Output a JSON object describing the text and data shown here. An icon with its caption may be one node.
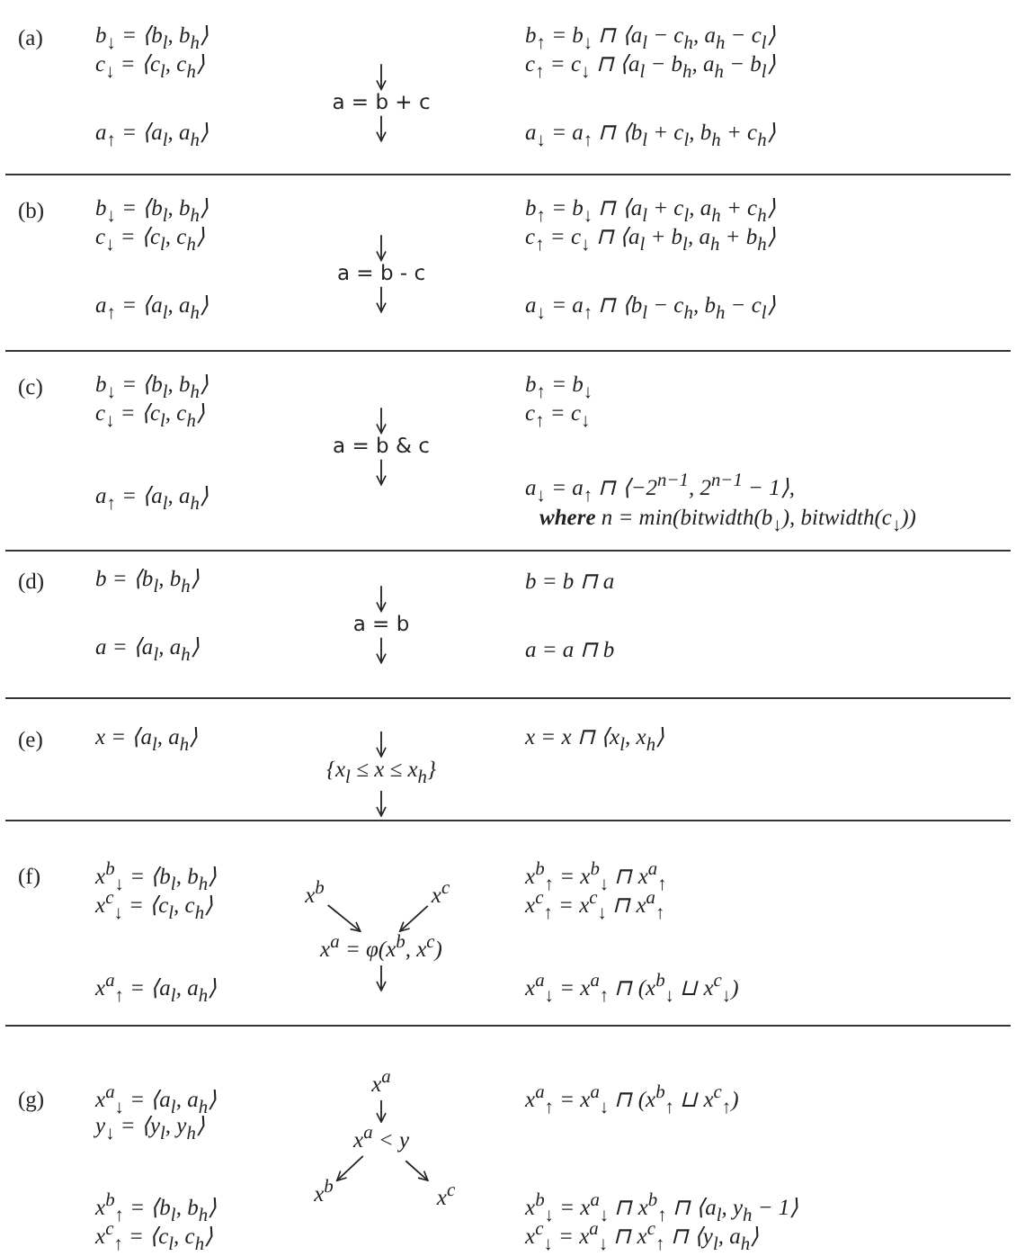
{
  "diagram": {
    "nodes": [
      {
        "text": [
          "a = b + c"
        ]
      },
      {
        "text": [
          "a = b - c"
        ]
      },
      {
        "text": [
          "a = b & c"
        ]
      },
      {
        "text": [
          "a = b"
        ]
      },
      {
        "text": [
          "{x$_{l}$ ≤ x ≤ x$_{h}$}"
        ]
      },
      {
        "text": [
          "x$^{b}$"
        ]
      },
      {
        "text": [
          "x$^{c}$"
        ]
      },
      {
        "text": [
          "x$^{a}$ = φ(x$^{b}$, x$^{c}$)"
        ]
      },
      {
        "text": [
          "x$^{a}$"
        ]
      },
      {
        "text": [
          "x$^{a}$ < y"
        ]
      },
      {
        "text": [
          "x$^{b}$"
        ]
      },
      {
        "text": [
          "x$^{c}$"
        ]
      }
    ],
    "edges": [
      {
        "from": null,
        "to": 0,
        "arrow": "to"
      },
      {
        "from": 0,
        "to": null,
        "arrow": "to"
      },
      {
        "from": null,
        "to": 1,
        "arrow": "to"
      },
      {
        "from": 1,
        "to": null,
        "arrow": "to"
      },
      {
        "from": null,
        "to": 2,
        "arrow": "to"
      },
      {
        "from": 2,
        "to": null,
        "arrow": "to"
      },
      {
        "from": null,
        "to": 3,
        "arrow": "to"
      },
      {
        "from": 3,
        "to": null,
        "arrow": "to"
      },
      {
        "from": null,
        "to": 4,
        "arrow": "to"
      },
      {
        "from": 4,
        "to": null,
        "arrow": "to"
      },
      {
        "from": 5,
        "to": 7,
        "arrow": "to"
      },
      {
        "from": 6,
        "to": 7,
        "arrow": "to"
      },
      {
        "from": 7,
        "to": null,
        "arrow": "to"
      },
      {
        "from": 8,
        "to": 9,
        "arrow": "to"
      },
      {
        "from": 9,
        "to": 10,
        "arrow": "to"
      },
      {
        "from": 9,
        "to": 11,
        "arrow": "to"
      }
    ],
    "labels": [
      "(a)",
      "b$_{↓}$ = ⟨b$_{l}$, b$_{h}$⟩",
      "b$_{↑}$ = b$_{↓}$ ⊓ ⟨a$_{l}$ − c$_{h}$, a$_{h}$ − c$_{l}$⟩",
      "c$_{↓}$ = ⟨c$_{l}$, c$_{h}$⟩",
      "c$_{↑}$ = c$_{↓}$ ⊓ ⟨a$_{l}$ − b$_{h}$, a$_{h}$ − b$_{l}$⟩",
      "a$_{↑}$ = ⟨a$_{l}$, a$_{h}$⟩",
      "a$_{↓}$ = a$_{↑}$ ⊓ ⟨b$_{l}$ + c$_{l}$, b$_{h}$ + c$_{h}$⟩",
      "(b)",
      "b$_{↓}$ = ⟨b$_{l}$, b$_{h}$⟩",
      "b$_{↑}$ = b$_{↓}$ ⊓ ⟨a$_{l}$ + c$_{l}$, a$_{h}$ + c$_{h}$⟩",
      "c$_{↓}$ = ⟨c$_{l}$, c$_{h}$⟩",
      "c$_{↑}$ = c$_{↓}$ ⊓ ⟨a$_{l}$ + b$_{l}$, a$_{h}$ + b$_{h}$⟩",
      "a$_{↑}$ = ⟨a$_{l}$, a$_{h}$⟩",
      "a$_{↓}$ = a$_{↑}$ ⊓ ⟨b$_{l}$ − c$_{h}$, b$_{h}$ − c$_{l}$⟩",
      "(c)",
      "b$_{↓}$ = ⟨b$_{l}$, b$_{h}$⟩",
      "b$_{↑}$ = b$_{↓}$",
      "c$_{↓}$ = ⟨c$_{l}$, c$_{h}$⟩",
      "c$_{↑}$ = c$_{↓}$",
      "a$_{↑}$ = ⟨a$_{l}$, a$_{h}$⟩",
      "a$_{↓}$ = a$_{↑}$ ⊓ ⟨−2$^{n−1}$, 2$^{n−1}$ − 1⟩,",
      "**where** n = min(bitwidth(b$_{↓}$), bitwidth(c$_{↓}$))",
      "(d)",
      "b = ⟨b$_{l}$, b$_{h}$⟩",
      "b = b ⊓ a",
      "a = ⟨a$_{l}$, a$_{h}$⟩",
      "a = a ⊓ b",
      "(e)",
      "x = ⟨a$_{l}$, a$_{h}$⟩",
      "x = x ⊓ ⟨x$_{l}$, x$_{h}$⟩",
      "(f)",
      "x$^{b}$$_{↓}$ = ⟨b$_{l}$, b$_{h}$⟩",
      "x$^{b}$$_{↑}$ = x$^{b}$$_{↓}$ ⊓ x$^{a}$$_{↑}$",
      "x$^{c}$$_{↓}$ = ⟨c$_{l}$, c$_{h}$⟩",
      "x$^{c}$$_{↑}$ = x$^{c}$$_{↓}$ ⊓ x$^{a}$$_{↑}$",
      "x$^{a}$$_{↑}$ = ⟨a$_{l}$, a$_{h}$⟩",
      "x$^{a}$$_{↓}$ = x$^{a}$$_{↑}$ ⊓ (x$^{b}$$_{↓}$ ⊔ x$^{c}$$_{↓}$)",
      "(g)",
      "x$^{a}$$_{↓}$ = ⟨a$_{l}$, a$_{h}$⟩",
      "x$^{a}$$_{↑}$ = x$^{a}$$_{↓}$ ⊓ (x$^{b}$$_{↑}$ ⊔ x$^{c}$$_{↑}$)",
      "y$_{↓}$ = ⟨y$_{l}$, y$_{h}$⟩",
      "x$^{b}$$_{↑}$ = ⟨b$_{l}$, b$_{h}$⟩",
      "x$^{b}$$_{↓}$ = x$^{a}$$_{↓}$ ⊓ x$^{b}$$_{↑}$ ⊓ ⟨a$_{l}$, y$_{h}$ − 1⟩",
      "x$^{c}$$_{↑}$ = ⟨c$_{l}$, c$_{h}$⟩",
      "x$^{c}$$_{↓}$ = x$^{a}$$_{↓}$ ⊓ x$^{c}$$_{↑}$ ⊓ ⟨y$_{l}$, a$_{h}$⟩"
    ]
  }
}
